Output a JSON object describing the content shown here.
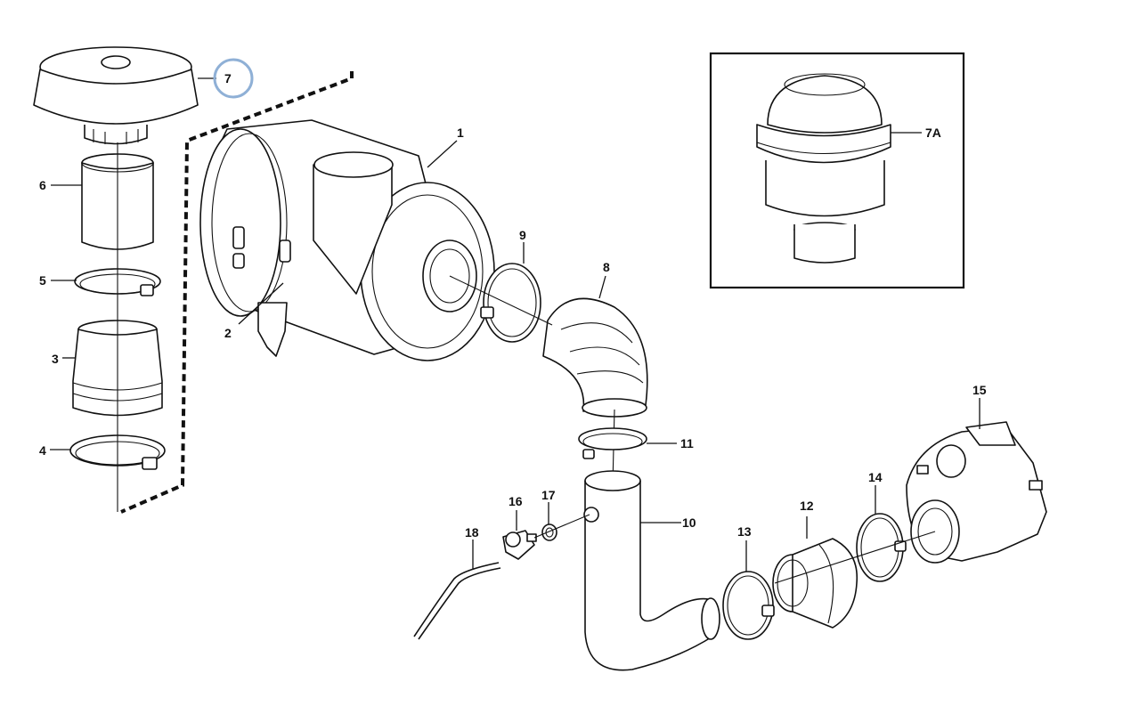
{
  "callouts": {
    "c1": "1",
    "c2": "2",
    "c3": "3",
    "c4": "4",
    "c5": "5",
    "c6": "6",
    "c7": "7",
    "c7a": "7A",
    "c8": "8",
    "c9": "9",
    "c10": "10",
    "c11": "11",
    "c12": "12",
    "c13": "13",
    "c14": "14",
    "c15": "15",
    "c16": "16",
    "c17": "17",
    "c18": "18"
  },
  "colors": {
    "highlight_ring": "#8fb0d6",
    "line": "#111111",
    "background": "#ffffff"
  }
}
